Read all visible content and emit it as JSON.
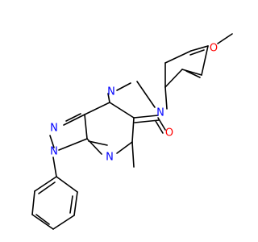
{
  "colors": {
    "bond": "#000000",
    "nitrogen": "#0000FF",
    "oxygen": "#FF0000",
    "background": "#FFFFFF"
  },
  "atoms": {
    "n_pyrazole_ch": "N",
    "n_pyrazole_ph": "N",
    "n_pyridine": "N",
    "n_pyrimidine_top": "N",
    "n_pyrimidine_ar": "N",
    "o_carbonyl": "O",
    "o_methoxy": "O"
  }
}
